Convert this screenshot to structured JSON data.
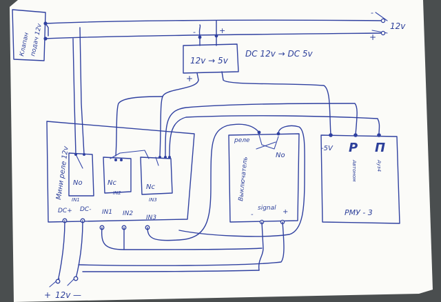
{
  "diagram": {
    "valve_label": [
      "Клапан",
      "подач 12v"
    ],
    "power_top": {
      "minus": "-",
      "plus": "+",
      "voltage": "12v"
    },
    "converter": {
      "box_label": "12v → 5v",
      "title": "DC 12v → DC 5v",
      "in_minus": "-",
      "in_plus": "+",
      "out_plus": "+",
      "out_minus": "-"
    },
    "relay_module": {
      "name": "Мини реле 12v",
      "channels": [
        {
          "contact": "No",
          "input": "IN1"
        },
        {
          "contact": "Nc",
          "input": "IN2"
        },
        {
          "contact": "Nc",
          "input": "IN3"
        }
      ],
      "pins": [
        "DC+",
        "DC-",
        "IN1",
        "IN2",
        "IN3"
      ]
    },
    "sensor": {
      "name": "Выключатель",
      "relay_label": "реле",
      "contact": "No",
      "signal": "signal",
      "minus": "-",
      "plus": "+"
    },
    "rmu": {
      "name": "РМУ - 3",
      "terminals": [
        {
          "label": "-5V"
        },
        {
          "label": "Р",
          "sub": "Автоном"
        },
        {
          "label": "П",
          "sub": "Ауз4"
        }
      ]
    },
    "power_bottom": {
      "plus": "+",
      "voltage": "12v",
      "minus": "—"
    }
  },
  "colors": {
    "ink": "#2f40a0",
    "paper": "#fbfbf8",
    "background": "#4a4e4f"
  }
}
